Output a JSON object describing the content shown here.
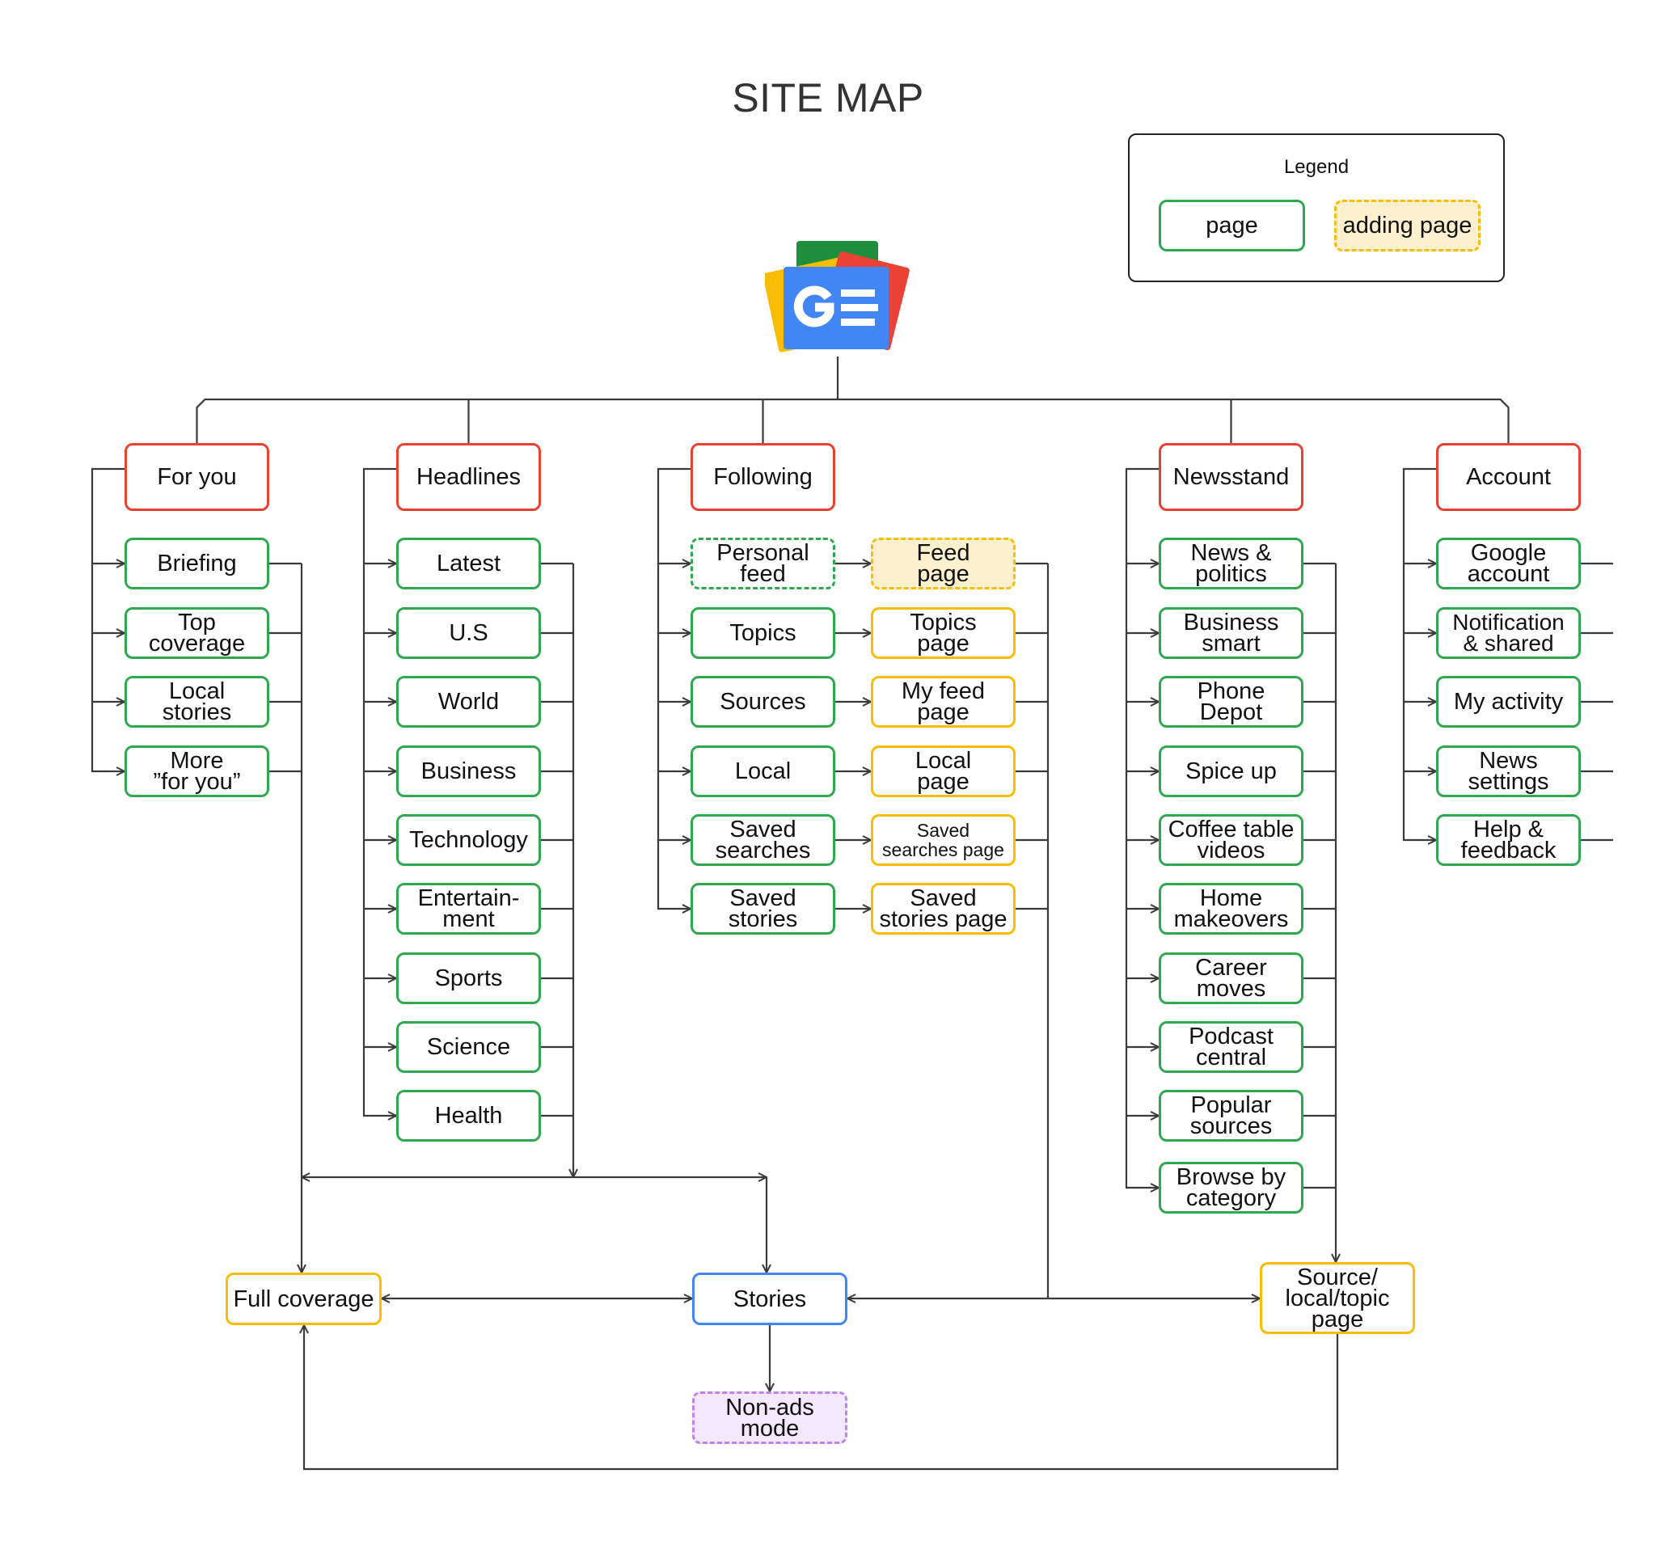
{
  "title": "SITE MAP",
  "legend": {
    "title": "Legend",
    "items": [
      {
        "label": "page",
        "style": "page"
      },
      {
        "label": "adding page",
        "style": "adding-page"
      }
    ]
  },
  "logo": {
    "name": "google-news-logo",
    "letter": "G"
  },
  "colors": {
    "category": "#e8412f",
    "page": "#2fa84f",
    "adding_page": "#fbbc04",
    "adding_page_fill": "#fdf0cf",
    "stories": "#4285f4",
    "non_ads": "#c281f0",
    "non_ads_fill": "#f3e8fd",
    "line": "#3a3a3a"
  },
  "categories": [
    {
      "label": "For you",
      "children": [
        "Briefing",
        "Top\ncoverage",
        "Local\nstories",
        "More\n”for you”"
      ]
    },
    {
      "label": "Headlines",
      "children": [
        "Latest",
        "U.S",
        "World",
        "Business",
        "Technology",
        "Entertain-\nment",
        "Sports",
        "Science",
        "Health"
      ]
    },
    {
      "label": "Following",
      "children": [
        "Personal\nfeed",
        "Topics",
        "Sources",
        "Local",
        "Saved\nsearches",
        "Saved\nstories"
      ],
      "targets": [
        "Feed\npage",
        "Topics\npage",
        "My feed\npage",
        "Local\npage",
        "Saved\nsearches page",
        "Saved\nstories page"
      ]
    },
    {
      "label": "Newsstand",
      "children": [
        "News &\npolitics",
        "Business\nsmart",
        "Phone\nDepot",
        "Spice up",
        "Coffee table\nvideos",
        "Home\nmakeovers",
        "Career\nmoves",
        "Podcast\ncentral",
        "Popular\nsources",
        "Browse by\ncategory"
      ]
    },
    {
      "label": "Account",
      "children": [
        "Google\naccount",
        "Notification\n& shared",
        "My activity",
        "News\nsettings",
        "Help &\nfeedback"
      ]
    }
  ],
  "bottom": {
    "full_coverage": "Full coverage",
    "stories": "Stories",
    "source_page": "Source/\nlocal/topic\npage",
    "non_ads": "Non-ads\nmode"
  }
}
